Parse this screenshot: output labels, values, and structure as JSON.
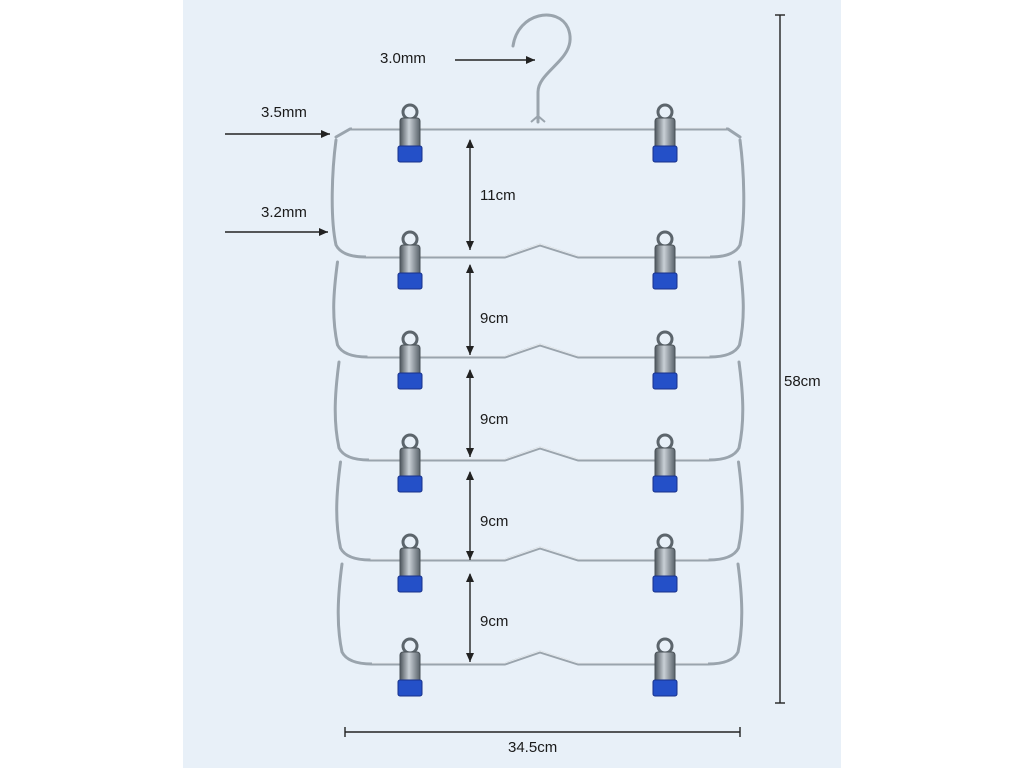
{
  "colors": {
    "background": "#e8f0f8",
    "wire": "#9aa4ad",
    "clip_metal": "#6f7880",
    "clip_pad": "#2450c8",
    "dimension_line": "#222222"
  },
  "labels": {
    "hook_wire": "3.0mm",
    "top_bar_wire": "3.5mm",
    "tier_wire": "3.2mm",
    "total_height": "58cm",
    "total_width": "34.5cm"
  },
  "tiers": [
    {
      "index": 1,
      "spacing_label": "11cm"
    },
    {
      "index": 2,
      "spacing_label": "9cm"
    },
    {
      "index": 3,
      "spacing_label": "9cm"
    },
    {
      "index": 4,
      "spacing_label": "9cm"
    },
    {
      "index": 5,
      "spacing_label": "9cm"
    },
    {
      "index": 6,
      "spacing_label": ""
    }
  ],
  "clips_per_tier": 2
}
